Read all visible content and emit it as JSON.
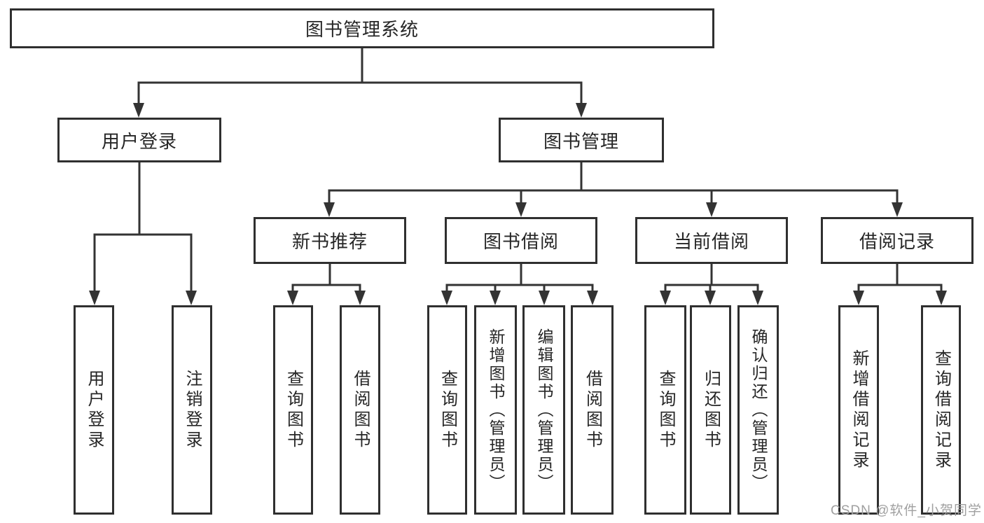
{
  "diagram_title": "图书管理系统",
  "tree": {
    "label": "图书管理系统",
    "children": [
      {
        "label": "用户登录",
        "children": [
          {
            "label": "用户登录"
          },
          {
            "label": "注销登录"
          }
        ]
      },
      {
        "label": "图书管理",
        "children": [
          {
            "label": "新书推荐",
            "children": [
              {
                "label": "查询图书"
              },
              {
                "label": "借阅图书"
              }
            ]
          },
          {
            "label": "图书借阅",
            "children": [
              {
                "label": "查询图书"
              },
              {
                "label": "新增图书（管理员）"
              },
              {
                "label": "编辑图书（管理员）"
              },
              {
                "label": "借阅图书"
              }
            ]
          },
          {
            "label": "当前借阅",
            "children": [
              {
                "label": "查询图书"
              },
              {
                "label": "归还图书"
              },
              {
                "label": "确认归还（管理员）"
              }
            ]
          },
          {
            "label": "借阅记录",
            "children": [
              {
                "label": "新增借阅记录"
              },
              {
                "label": "查询借阅记录"
              }
            ]
          }
        ]
      }
    ]
  },
  "watermark": {
    "text": "CSDN @软件_小贺同学"
  },
  "colors": {
    "line": "#333333",
    "box_border": "#2f2f2f",
    "box_fill": "#ffffff",
    "text": "#262626",
    "watermark": "#a0a0a0",
    "background": "#ffffff"
  }
}
